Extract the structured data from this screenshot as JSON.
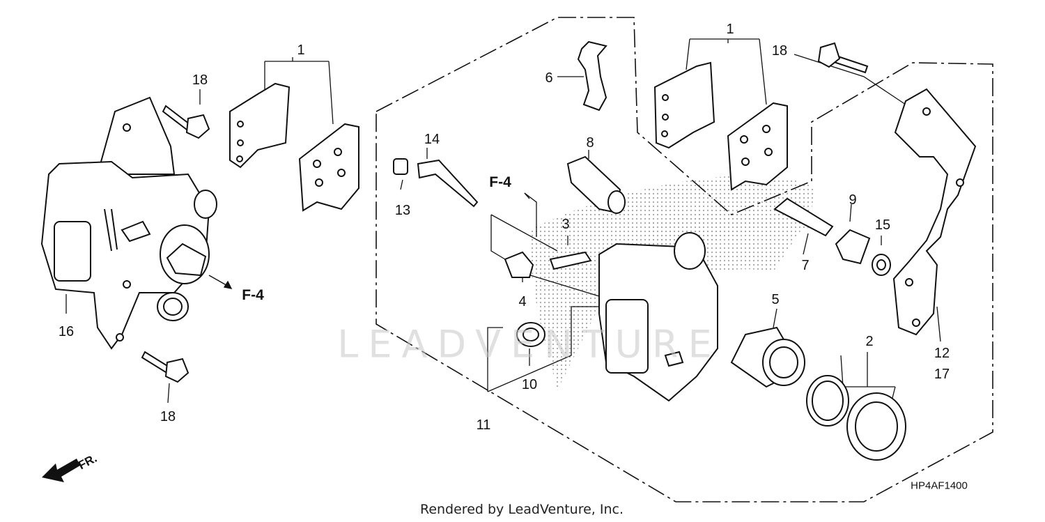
{
  "callouts": {
    "c1a": "1",
    "c1b": "1",
    "c2": "2",
    "c3": "3",
    "c4": "4",
    "c5": "5",
    "c6": "6",
    "c7": "7",
    "c8": "8",
    "c9": "9",
    "c10": "10",
    "c11": "11",
    "c12": "12",
    "c13": "13",
    "c14": "14",
    "c15": "15",
    "c16": "16",
    "c17": "17",
    "c18a": "18",
    "c18b": "18",
    "c18c": "18"
  },
  "refs": {
    "f4_left": "F-4",
    "f4_mid": "F-4"
  },
  "front_marker": "FR.",
  "diagram_code": "HP4AF1400",
  "watermark": "LEADVENTURE",
  "credit": "Rendered by LeadVenture, Inc.",
  "colors": {
    "line": "#111111",
    "watermark": "#c8c8c8",
    "background": "#ffffff"
  }
}
